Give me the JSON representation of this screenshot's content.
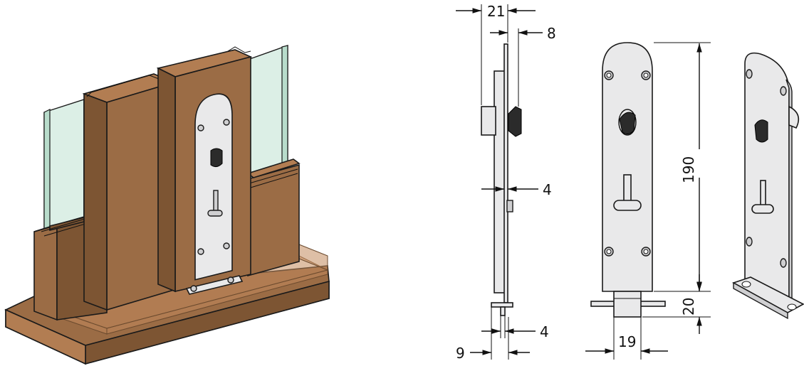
{
  "figure": {
    "views": [
      "installed-isometric",
      "side-view",
      "front-view",
      "perspective-view"
    ],
    "colors": {
      "wood": "#9b6c45",
      "glass": "#dcefe6",
      "steel": "#e9e9ea",
      "knob": "#2b2b2b"
    }
  },
  "dimensions": {
    "top_overall": "21",
    "top_plate": "8",
    "mid_thickness": "4",
    "bottom_thickness": "4",
    "bottom_offset": "9",
    "height": "190",
    "bolt_length": "20",
    "bolt_width": "19"
  }
}
